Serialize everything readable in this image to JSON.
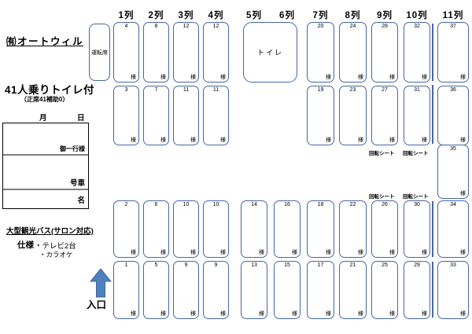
{
  "header": {
    "company": "㈲オートウィル"
  },
  "info": {
    "capacity_title": "41人乗りトイレ付",
    "capacity_detail": "（正席41補助0）",
    "month_label": "月",
    "day_label": "日",
    "party_label": "御一行様",
    "bus_number_label": "号車",
    "name_label": "名",
    "bus_type": "大型観光バス(サロン対応)",
    "spec_label": "仕様",
    "spec_items": [
      "・テレビ2台",
      "・カラオケ"
    ],
    "entrance_label": "入口"
  },
  "seat_map": {
    "column_headers": [
      "1列",
      "2列",
      "3列",
      "4列",
      "5列",
      "6列",
      "7列",
      "8列",
      "9列",
      "10列",
      "11列"
    ],
    "driver_label": "運転席",
    "toilet_label": "トイレ",
    "rotating_label": "回転シート",
    "guest_suffix": "様",
    "rows": [
      {
        "name": "upper-window-row",
        "cols": [
          0,
          1,
          2,
          3,
          6,
          7,
          8,
          9,
          10
        ],
        "nums": [
          "4",
          "8",
          "12",
          "12",
          "20",
          "24",
          "28",
          "32",
          "37"
        ]
      },
      {
        "name": "upper-aisle-row",
        "cols": [
          0,
          1,
          2,
          3,
          6,
          7,
          8,
          9,
          10
        ],
        "nums": [
          "3",
          "7",
          "11",
          "11",
          "19",
          "23",
          "27",
          "31",
          "36"
        ]
      },
      {
        "name": "lower-aisle-row",
        "cols": [
          0,
          1,
          2,
          3,
          4,
          5,
          6,
          7,
          8,
          9,
          10
        ],
        "nums": [
          "2",
          "6",
          "10",
          "10",
          "14",
          "16",
          "18",
          "22",
          "26",
          "30",
          "34"
        ]
      },
      {
        "name": "lower-window-row",
        "cols": [
          0,
          1,
          2,
          3,
          4,
          5,
          6,
          7,
          8,
          9,
          10
        ],
        "nums": [
          "1",
          "5",
          "9",
          "9",
          "13",
          "15",
          "17",
          "21",
          "25",
          "29",
          "33"
        ]
      }
    ],
    "middle_seat_num": "35"
  },
  "colors": {
    "seat_border": "#4668a3",
    "arrow_fill": "#4f81bd",
    "table_divider": "#7f7f7f"
  }
}
